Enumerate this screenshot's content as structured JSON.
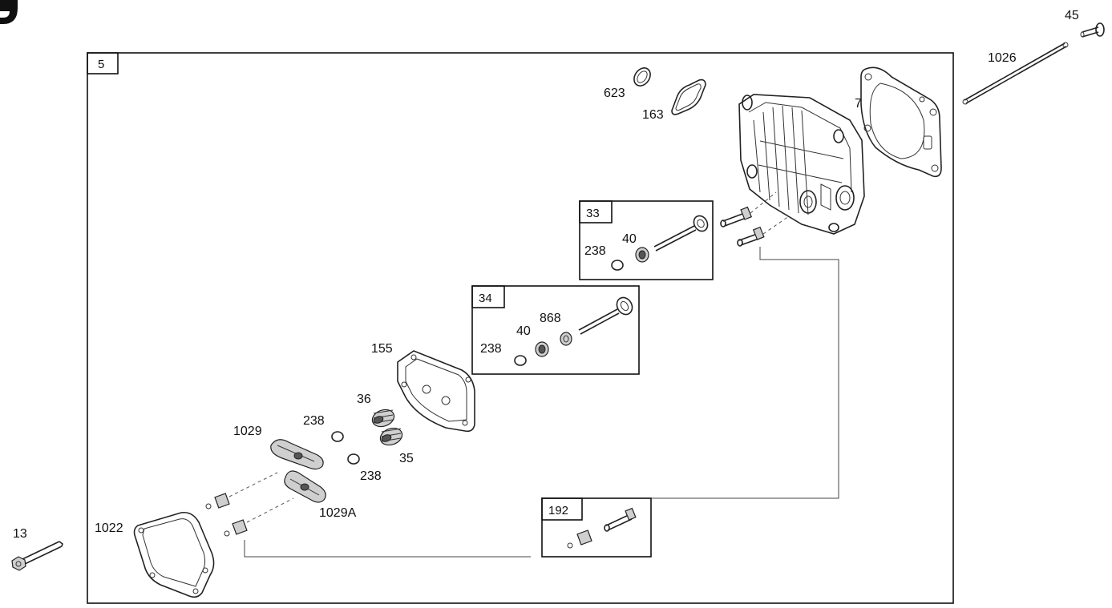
{
  "diagram": {
    "frame_label": "5",
    "outside_labels": {
      "bolt_13": "13",
      "pin_45": "45",
      "rod_1026": "1026"
    },
    "labels": {
      "seal_623": "623",
      "gasket_163": "163",
      "gasket_7": "7",
      "gasket_155": "155",
      "spring_36": "36",
      "spring_35": "35",
      "retainer_238_a": "238",
      "retainer_238_b": "238",
      "rocker_1029": "1029",
      "rocker_1029a": "1029A",
      "cover_gasket_1022": "1022"
    },
    "box_33": {
      "tag": "33",
      "retainer": "238",
      "seal": "40"
    },
    "box_34": {
      "tag": "34",
      "retainer": "238",
      "seal": "40",
      "rotator": "868"
    },
    "box_192": {
      "tag": "192"
    }
  }
}
